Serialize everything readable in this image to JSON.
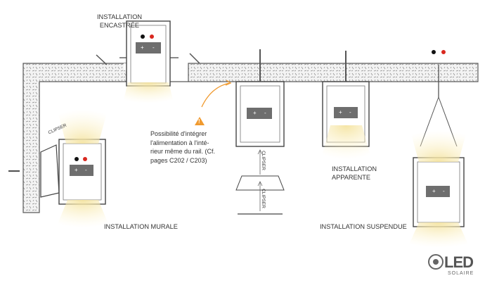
{
  "labels": {
    "encastree": "INSTALLATION\nENCASTRÉE",
    "murale": "INSTALLATION MURALE",
    "apparente": "INSTALLATION\nAPPARENTE",
    "suspendue": "INSTALLATION SUSPENDUE",
    "clipser_wall": "CLIPSER",
    "clipser_vertical_top": "CLIPSER",
    "clipser_vertical_bottom": "CLIPSER",
    "note": "Possibilité d'intégrer\nl'alimentation à  l'inté-\nrieur même du rail. (Cf.\npages C202 / C203)",
    "warning_symbol": "!",
    "plus": "+",
    "minus": "-"
  },
  "brand": {
    "name": "LED",
    "tagline": "SOLAIRE"
  },
  "colors": {
    "concrete_line": "#5a5a5a",
    "profile": "#444444",
    "box_fill": "#6e6e6e",
    "light": "#f6e7a8",
    "warning": "#f09a2f",
    "dot_red": "#d9281f",
    "dot_black": "#111111"
  }
}
